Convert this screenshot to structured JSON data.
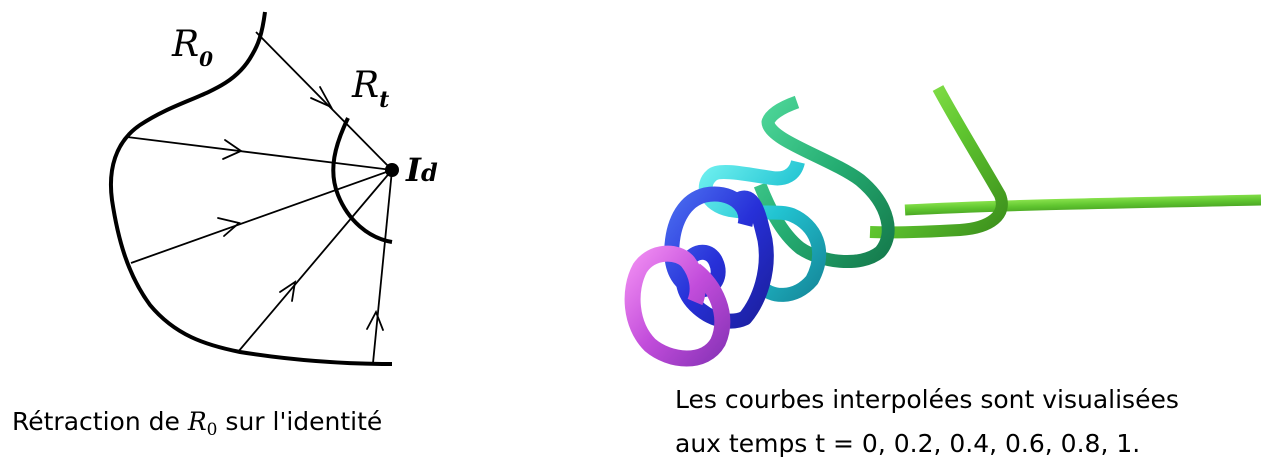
{
  "left_panel": {
    "label_r0": {
      "base": "R",
      "sub": "0"
    },
    "label_rt": {
      "base": "R",
      "sub": "t"
    },
    "label_id": {
      "base": "I",
      "sub": "d"
    },
    "caption": {
      "prefix": "Rétraction de ",
      "var_base": "R",
      "var_sub": "0",
      "suffix": " sur l'identité"
    }
  },
  "right_panel": {
    "caption_line1": "Les courbes interpolées sont visualisées",
    "caption_line2": "aux temps t = 0, 0.2, 0.4, 0.6, 0.8, 1.",
    "curves": [
      {
        "t": 0,
        "color": "#e05ce8"
      },
      {
        "t": 0.2,
        "color": "#2b3ae0"
      },
      {
        "t": 0.4,
        "color": "#21c9d6"
      },
      {
        "t": 0.6,
        "color": "#28b86e"
      },
      {
        "t": 0.8,
        "color": "#5fc930"
      },
      {
        "t": 1,
        "color": "#8ee04a"
      }
    ]
  }
}
